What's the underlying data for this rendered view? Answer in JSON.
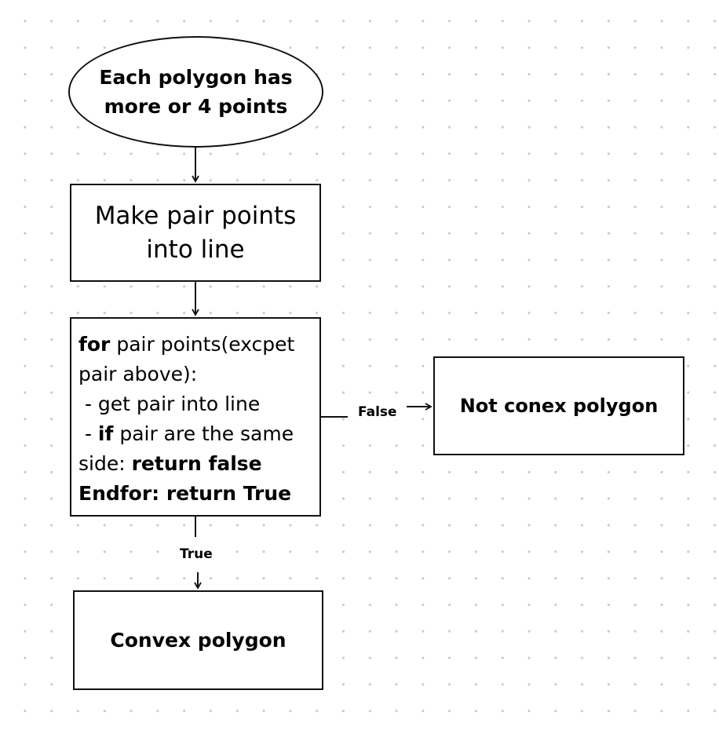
{
  "diagram": {
    "start": {
      "lines": [
        "Each polygon has",
        "more or 4 points"
      ]
    },
    "make_lines": {
      "lines": [
        "Make pair points",
        "into line"
      ]
    },
    "loop": {
      "line1_kw": "for",
      "line1_rest": " pair points(excpet",
      "line2": "pair above):",
      "line3": " - get pair into line",
      "line4_prefix": " - ",
      "line4_kw": "if",
      "line4_rest": " pair are the same",
      "line5_plain": "side: ",
      "line5_bold": "return false",
      "line6": "Endfor: return True"
    },
    "not_convex": {
      "label": "Not conex polygon"
    },
    "convex": {
      "label": "Convex polygon"
    },
    "edges": {
      "false_label": "False",
      "true_label": "True"
    }
  }
}
